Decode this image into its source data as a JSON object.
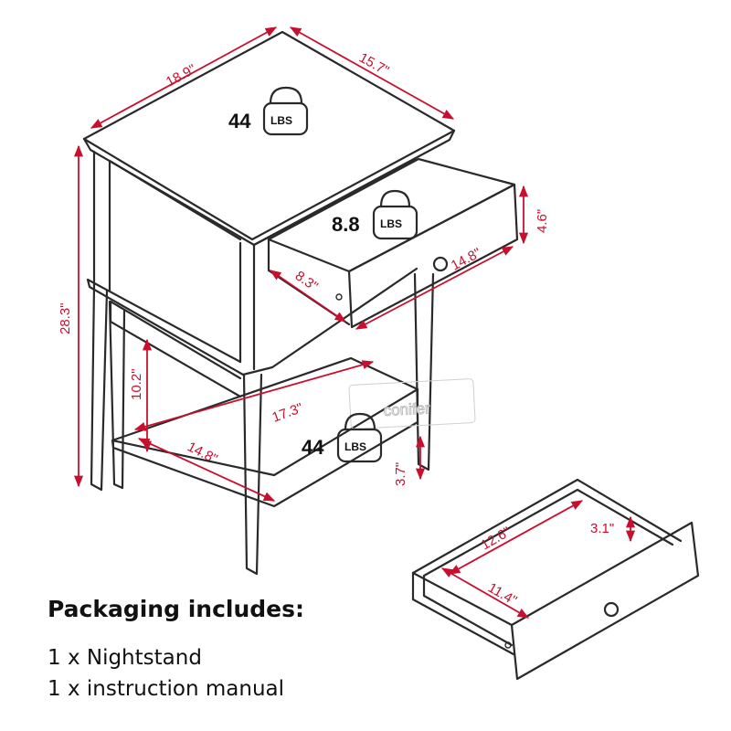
{
  "dimensions": {
    "top_depth": "18.9\"",
    "top_width": "15.7\"",
    "height": "28.3\"",
    "drawer_height": "4.6\"",
    "drawer_width": "14.8\"",
    "drawer_depth": "8.3\"",
    "shelf_clearance": "10.2\"",
    "shelf_width": "17.3\"",
    "shelf_depth": "14.8\"",
    "leg_clearance": "3.7\"",
    "drawer_inner_width": "12.6\"",
    "drawer_inner_depth": "11.4\"",
    "drawer_inner_height": "3.1\""
  },
  "weights": {
    "top": {
      "value": "44",
      "unit": "LBS"
    },
    "drawer": {
      "value": "8.8",
      "unit": "LBS"
    },
    "shelf": {
      "value": "44",
      "unit": "LBS"
    }
  },
  "watermark": "conifer",
  "packaging": {
    "title": "Packaging includes:",
    "items": [
      "1 x Nightstand",
      "1 x instruction manual"
    ]
  },
  "colors": {
    "dimension": "#c8102e",
    "outline": "#2a2a2a"
  }
}
